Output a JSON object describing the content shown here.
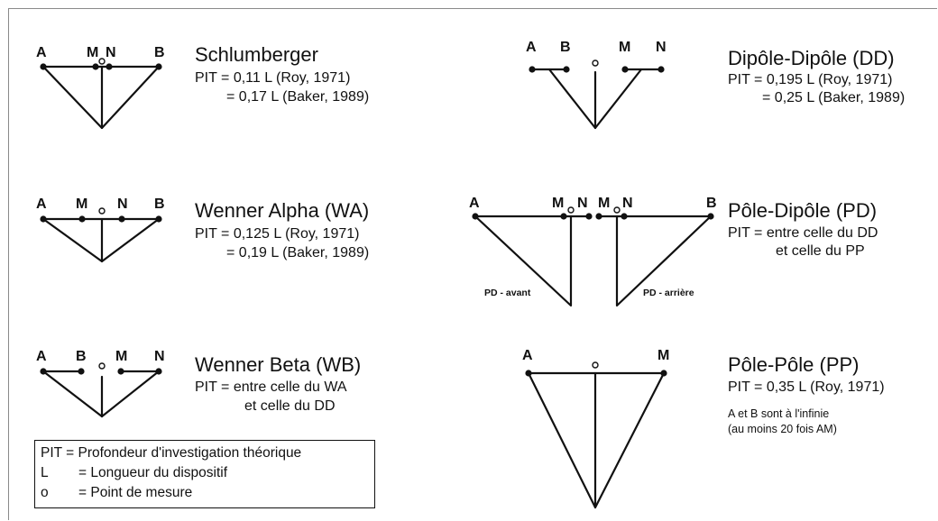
{
  "point_label_A": "A",
  "point_label_B": "B",
  "point_label_M": "M",
  "point_label_N": "N",
  "schlumberger": {
    "title": "Schlumberger",
    "line1": "PIT = 0,11 L (Roy, 1971)",
    "line2": "= 0,17 L (Baker, 1989)"
  },
  "wenner_alpha": {
    "title": "Wenner Alpha (WA)",
    "line1": "PIT = 0,125 L (Roy, 1971)",
    "line2": "= 0,19 L (Baker, 1989)"
  },
  "wenner_beta": {
    "title": "Wenner Beta (WB)",
    "line1": "PIT = entre celle du WA",
    "line2": "et celle du DD"
  },
  "dipole_dipole": {
    "title": "Dipôle-Dipôle (DD)",
    "line1": "PIT = 0,195 L (Roy, 1971)",
    "line2": "= 0,25 L (Baker, 1989)"
  },
  "pole_dipole": {
    "title": "Pôle-Dipôle (PD)",
    "line1": "PIT = entre celle du DD",
    "line2": "et celle du PP",
    "label_forward": "PD - avant",
    "label_reverse": "PD - arrière"
  },
  "pole_pole": {
    "title": "Pôle-Pôle (PP)",
    "line1": "PIT = 0,35 L (Roy, 1971)",
    "note1": "A et B sont à l'infinie",
    "note2": "(au moins 20 fois AM)"
  },
  "legend": {
    "line1": "PIT = Profondeur d'investigation théorique",
    "line2_key": "L",
    "line2_value": "= Longueur du dispositif",
    "line3_key": "o",
    "line3_value": "= Point de mesure"
  }
}
